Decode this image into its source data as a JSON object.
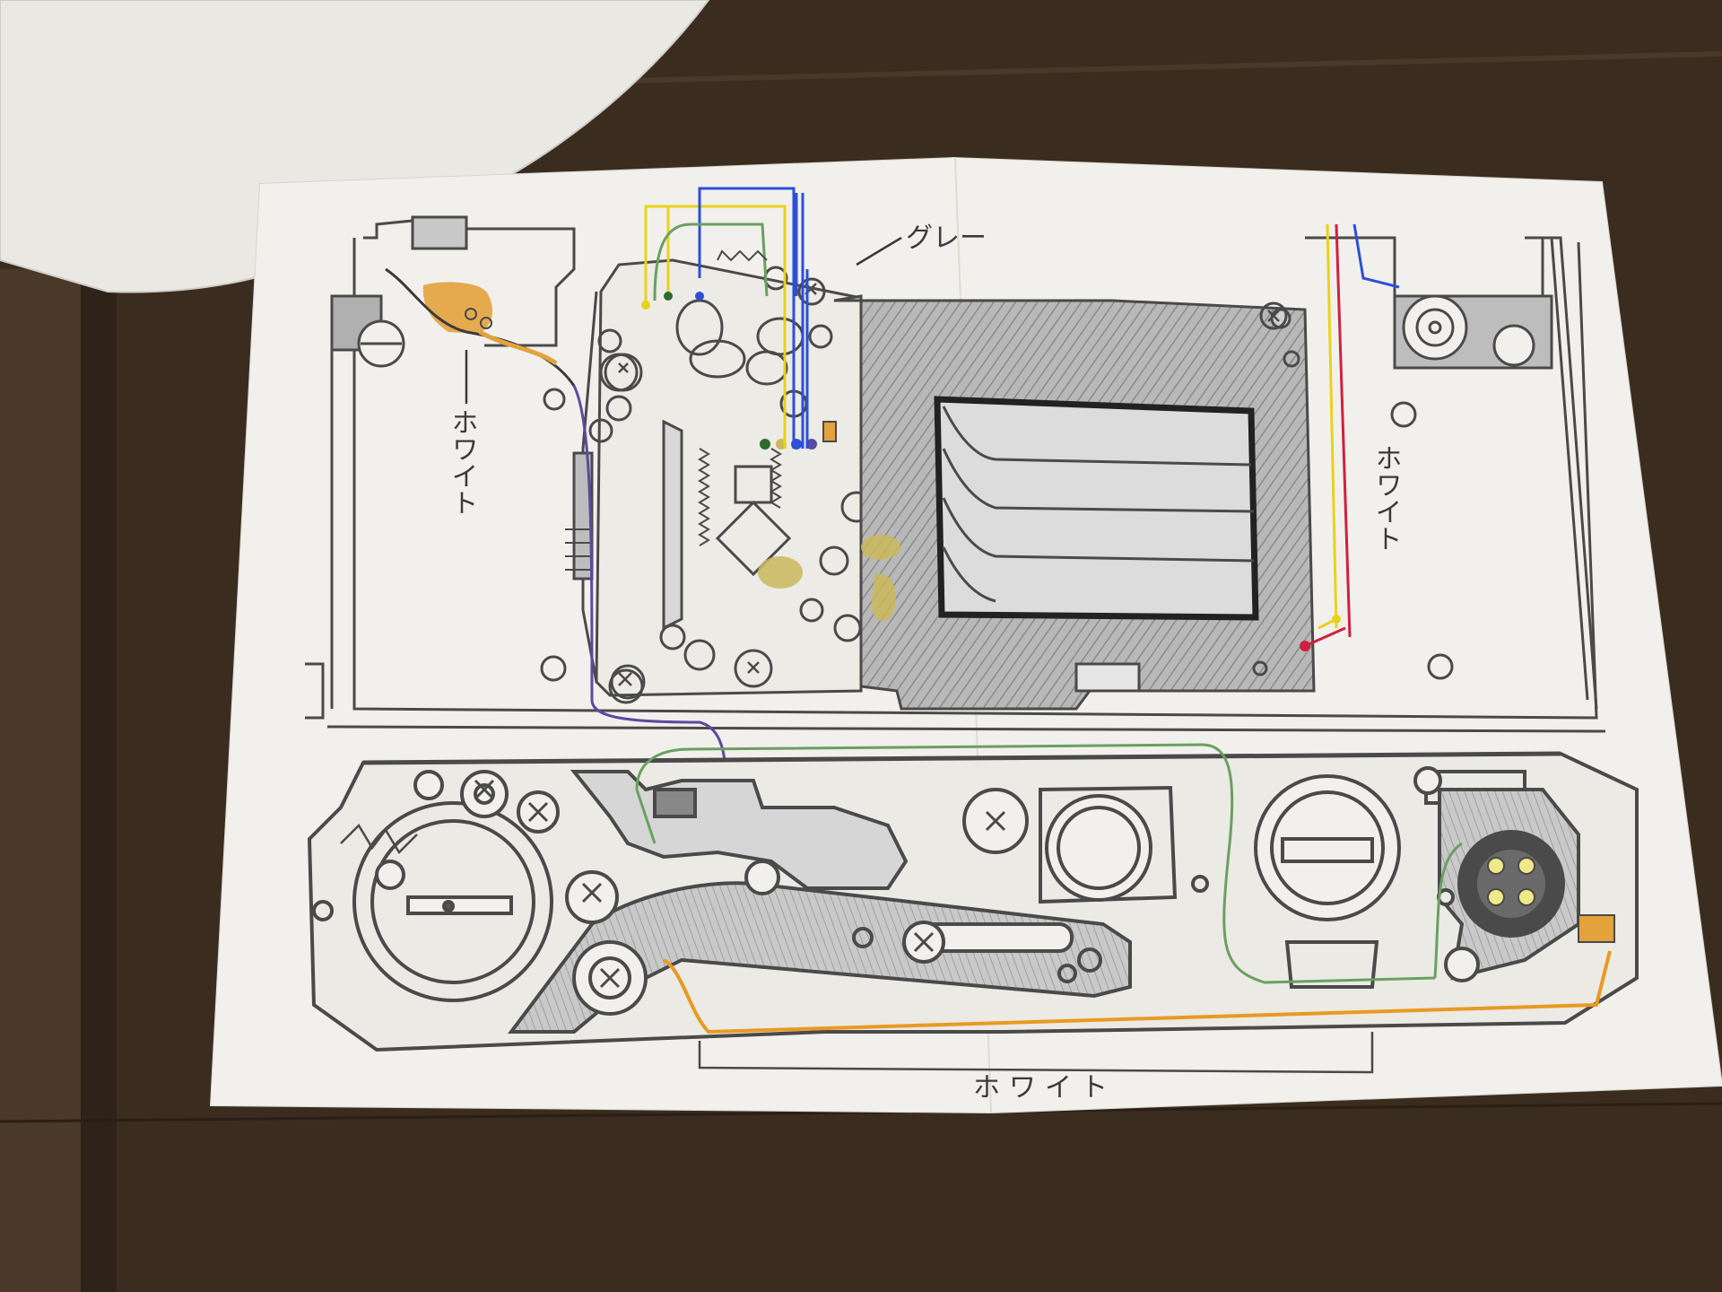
{
  "diagram": {
    "labels": {
      "gray": "グレー",
      "white_left": "ホワイト",
      "white_right": "ホワイト",
      "white_bottom": "ホワイト"
    },
    "colors": {
      "table": "#3b2c20",
      "table_plank": "#4a3828",
      "paper": "#f2f0ec",
      "pencil": "#4a4a4a",
      "shading": "#9a9a9a",
      "wire_yellow": "#e8d21c",
      "wire_blue": "#2c4fd8",
      "wire_green": "#6aa060",
      "wire_red": "#d02040",
      "wire_orange": "#e89a22",
      "wire_purple": "#5a4aa0",
      "highlight_orange": "#e3a23c",
      "highlight_olive": "#c9b95a"
    }
  }
}
